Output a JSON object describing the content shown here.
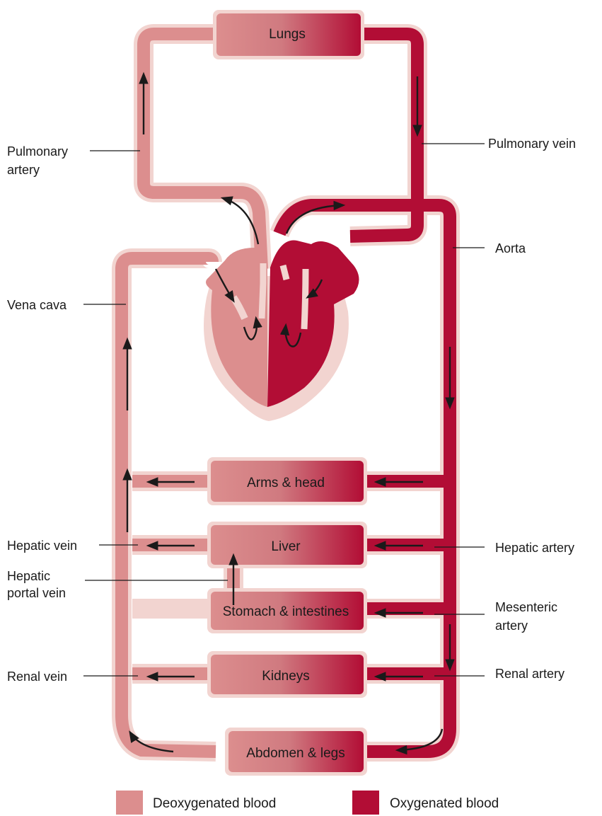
{
  "organs": {
    "lungs": "Lungs",
    "arms_head": "Arms & head",
    "liver": "Liver",
    "stomach": "Stomach & intestines",
    "kidneys": "Kidneys",
    "abdomen": "Abdomen & legs"
  },
  "labels": {
    "pulmonary_artery": [
      "Pulmonary",
      "artery"
    ],
    "pulmonary_vein": "Pulmonary vein",
    "aorta": "Aorta",
    "vena_cava": "Vena cava",
    "hepatic_vein": "Hepatic vein",
    "hepatic_portal_vein": [
      "Hepatic",
      "portal vein"
    ],
    "hepatic_artery": "Hepatic artery",
    "mesenteric_artery": [
      "Mesenteric",
      "artery"
    ],
    "renal_vein": "Renal vein",
    "renal_artery": "Renal artery"
  },
  "legend": {
    "deoxygenated": "Deoxygenated blood",
    "oxygenated": "Oxygenated blood"
  },
  "colors": {
    "deoxygenated": "#dc8e8e",
    "oxygenated": "#b20d35",
    "halo": "#f2d4d0"
  }
}
